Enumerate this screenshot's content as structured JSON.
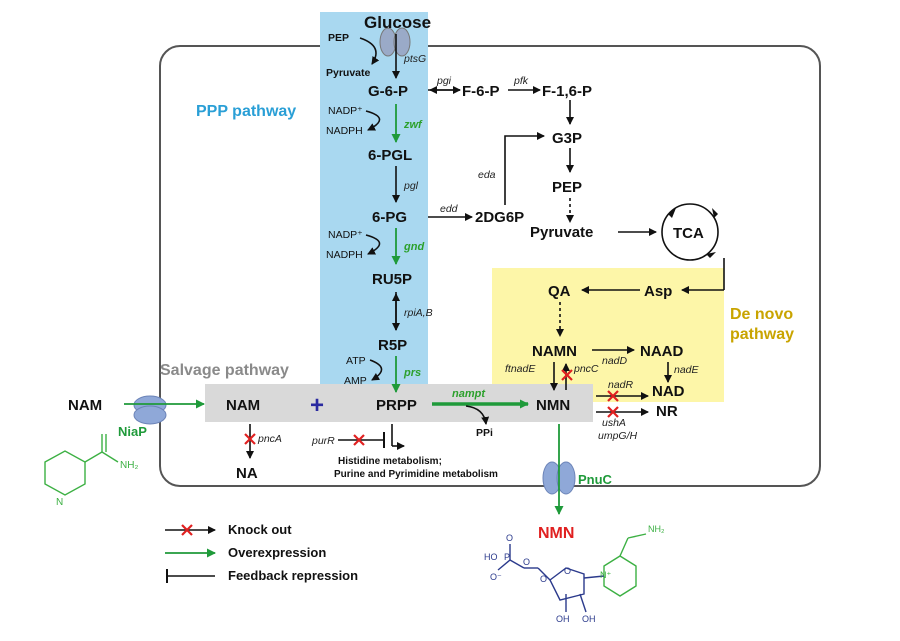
{
  "pathways": {
    "ppp": "PPP pathway",
    "salvage": "Salvage pathway",
    "denovo_1": "De novo",
    "denovo_2": "pathway"
  },
  "metabolites": {
    "glucose": "Glucose",
    "pep_top": "PEP",
    "pyruvate_top": "Pyruvate",
    "g6p": "G-6-P",
    "f6p": "F-6-P",
    "f16p": "F-1,6-P",
    "g3p": "G3P",
    "pep": "PEP",
    "pyruvate": "Pyruvate",
    "tca": "TCA",
    "pgl6": "6-PGL",
    "pg6": "6-PG",
    "dg6p": "2DG6P",
    "ru5p": "RU5P",
    "r5p": "R5P",
    "qa": "QA",
    "asp": "Asp",
    "namn": "NAMN",
    "naad": "NAAD",
    "nad": "NAD",
    "nr": "NR",
    "nam_out": "NAM",
    "nam_in": "NAM",
    "prpp": "PRPP",
    "nmn_in": "NMN",
    "na": "NA",
    "nmn_out": "NMN",
    "ppi": "PPi"
  },
  "cofactors": {
    "nadp1": "NADP⁺",
    "nadph1": "NADPH",
    "nadp2": "NADP⁺",
    "nadph2": "NADPH",
    "atp": "ATP",
    "amp": "AMP"
  },
  "enzymes": {
    "ptsG": "ptsG",
    "pgi": "pgi",
    "pfk": "pfk",
    "zwf": "zwf",
    "pgl": "pgl",
    "gnd": "gnd",
    "edd": "edd",
    "eda": "eda",
    "rpiAB": "rpiA,B",
    "prs": "prs",
    "nampt": "nampt",
    "nadD": "nadD",
    "nadE": "nadE",
    "ftnadE": "ftnadE",
    "pncC": "pncC",
    "nadR": "nadR",
    "ushA": "ushA",
    "umpGH": "umpG/H",
    "pncA": "pncA",
    "purR": "purR"
  },
  "transporters": {
    "niaP": "NiaP",
    "pnuC": "PnuC"
  },
  "notes": {
    "histidine": "Histidine metabolism;",
    "purine": "Purine and Pyrimidine metabolism"
  },
  "legend": {
    "knockout": "Knock out",
    "overexpression": "Overexpression",
    "feedback": "Feedback repression"
  },
  "structure_labels": {
    "nh2_nam": "NH₂",
    "n_nam": "N",
    "nh2_nmn": "NH₂",
    "ho_p": "HO",
    "o_p1": "O",
    "o_p2": "O",
    "p_atom": "P",
    "o_minus": "O⁻",
    "o_link": "O",
    "o_ring": "O",
    "oh1": "OH",
    "oh2": "OH",
    "n_plus": "N⁺"
  },
  "colors": {
    "ppp_band": "#a9d8f0",
    "denovo_box": "#fdf6a8",
    "salvage_band": "#d9d9d9",
    "overexpression": "#1f9a3a",
    "knockout": "#e02020",
    "ppp_label": "#2a9fd6",
    "denovo_label": "#c9a400",
    "salvage_label": "#8a8a8a",
    "nmn_export": "#e02020",
    "transporter": "#8fa8d8"
  }
}
